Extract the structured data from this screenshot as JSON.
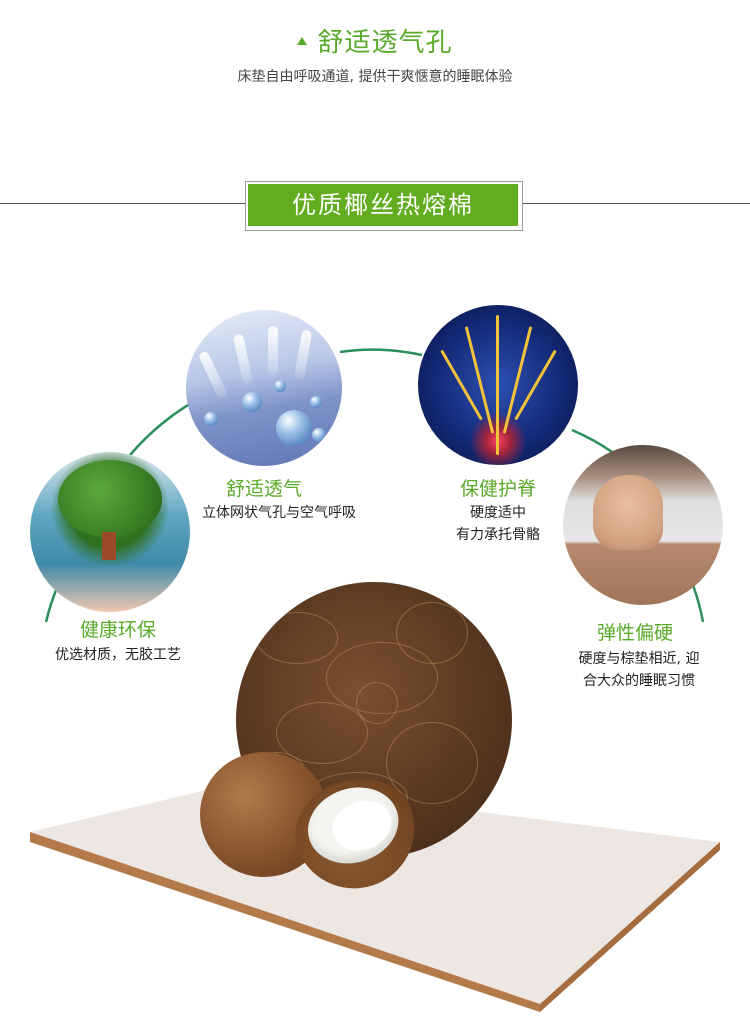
{
  "top_section": {
    "icon": "triangle-up-icon",
    "title": "舒适透气孔",
    "subtitle": "床垫自由呼吸通道, 提供干爽惬意的睡眠体验"
  },
  "section_header": {
    "title": "优质椰丝热熔棉"
  },
  "features": [
    {
      "id": "breathable",
      "image": "water-droplets-air-flow",
      "title": "舒适透气",
      "desc_lines": [
        "立体网状气孔与空气呼吸"
      ]
    },
    {
      "id": "spine",
      "image": "spine-nerve-illustration",
      "title": "保健护脊",
      "desc_lines": [
        "硬度适中",
        "有力承托骨骼"
      ]
    },
    {
      "id": "eco",
      "image": "tree-in-hands",
      "title": "健康环保",
      "desc_lines": [
        "优选材质，无胶工艺"
      ]
    },
    {
      "id": "firm",
      "image": "fist-pressing-mattress",
      "title": "弹性偏硬",
      "desc_lines": [
        "硬度与棕垫相近, 迎",
        "合大众的睡眠习惯"
      ]
    }
  ],
  "center_image": {
    "image": "coconut-fiber-closeup",
    "foreground": "coconut-on-mattress-board"
  },
  "colors": {
    "accent_green": "#62ac1f",
    "title_green": "#5aaa2a",
    "line_green": "#2a8f5a",
    "divider_gray": "#555555"
  }
}
